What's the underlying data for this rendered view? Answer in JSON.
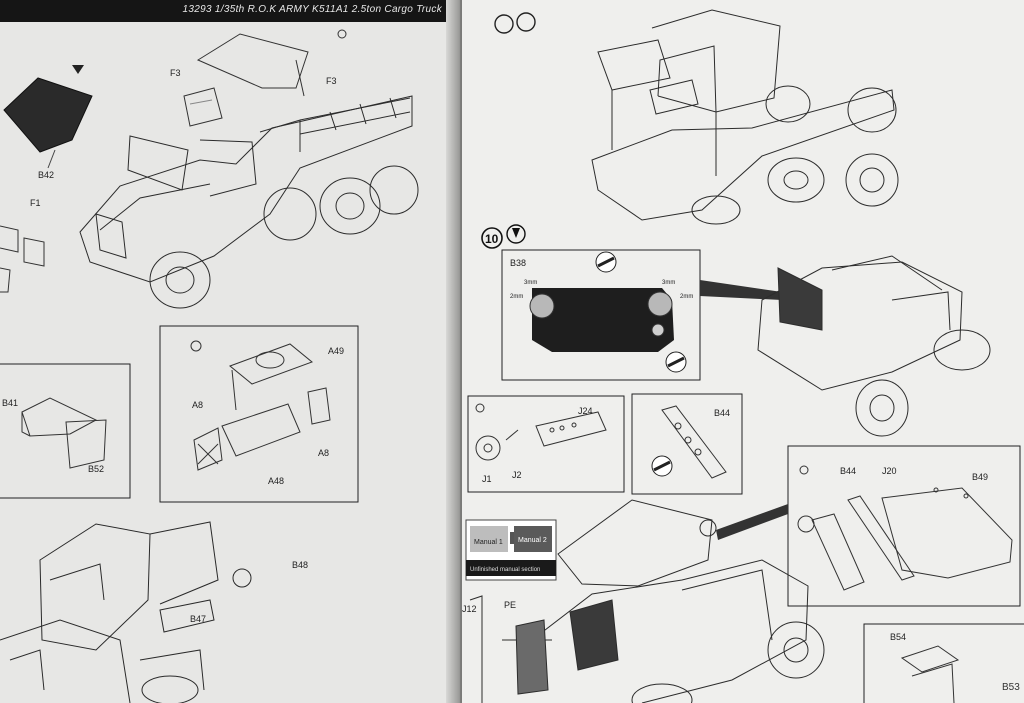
{
  "header": {
    "title": "13293 1/35th R.O.K ARMY K511A1 2.5ton Cargo Truck"
  },
  "left_labels": {
    "f3a": "F3",
    "f3b": "F3",
    "b42": "B42",
    "f1": "F1",
    "b41": "B41",
    "b52": "B52",
    "a49": "A49",
    "a8a": "A8",
    "a8b": "A8",
    "a48": "A48",
    "b48": "B48",
    "b47": "B47"
  },
  "right_labels": {
    "step10": "10",
    "b38": "B38",
    "j24": "J24",
    "j1": "J1",
    "j2": "J2",
    "b44a": "B44",
    "b44b": "B44",
    "j20": "J20",
    "b49": "B49",
    "j12": "J12",
    "pe": "PE",
    "b54": "B54",
    "dim_tl": "3mm",
    "dim_tr": "3mm",
    "dim_l": "2mm",
    "dim_r": "2mm"
  },
  "manual": {
    "m1": "Manual 1",
    "m2": "Manual 2",
    "note": "Unfinished manual section"
  },
  "footer": {
    "page_number": "B53"
  }
}
